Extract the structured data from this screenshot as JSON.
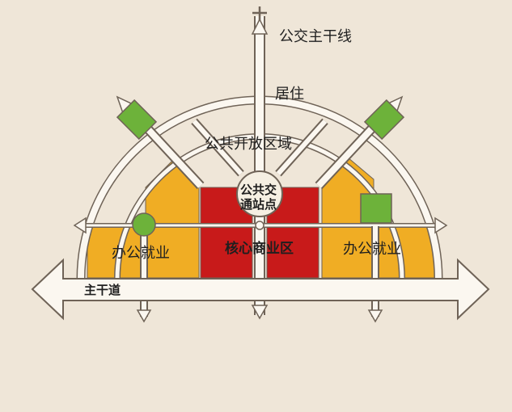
{
  "labels": {
    "bus_trunk_line": "公交主干线",
    "residential": "居住",
    "public_open_area": "公共开放区域",
    "transit_station_line1": "公共交",
    "transit_station_line2": "通站点",
    "core_commercial": "核心商业区",
    "office_left": "办公就业",
    "office_right": "办公就业",
    "main_road": "主干道"
  },
  "colors": {
    "background": "#efe6d8",
    "road_line": "#6f6357",
    "road_fill": "#fbf7f0",
    "office_orange": "#f0ad24",
    "commercial_red": "#c81a1a",
    "green_space": "#6db23a",
    "station_fill": "#f5efe2"
  }
}
